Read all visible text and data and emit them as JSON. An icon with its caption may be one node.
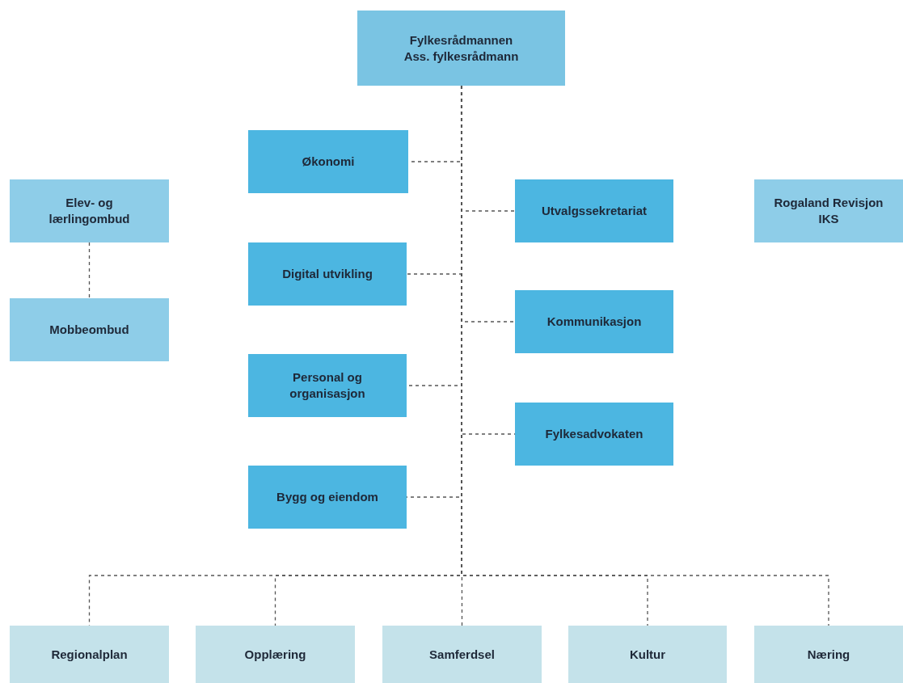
{
  "diagram": {
    "nodes": [
      {
        "text": [
          "Fylkesrådmannen",
          "Ass. fylkesrådmann"
        ]
      },
      {
        "text": [
          "Økonomi"
        ]
      },
      {
        "text": [
          "Utvalgssekretariat"
        ]
      },
      {
        "text": [
          "Rogaland Revisjon IKS"
        ]
      },
      {
        "text": [
          "Elev- og lærlingombud"
        ]
      },
      {
        "text": [
          "Digital utvikling"
        ]
      },
      {
        "text": [
          "Kommunikasjon"
        ]
      },
      {
        "text": [
          "Mobbeombud"
        ]
      },
      {
        "text": [
          "Personal og organisasjon"
        ]
      },
      {
        "text": [
          "Fylkesadvokaten"
        ]
      },
      {
        "text": [
          "Bygg og eiendom"
        ]
      },
      {
        "text": [
          "Regionalplan"
        ]
      },
      {
        "text": [
          "Opplæring"
        ]
      },
      {
        "text": [
          "Samferdsel"
        ]
      },
      {
        "text": [
          "Kultur"
        ]
      },
      {
        "text": [
          "Næring"
        ]
      }
    ],
    "edges": [
      {
        "from": 0,
        "to": 1,
        "arrow": "none",
        "style": "dashed"
      },
      {
        "from": 0,
        "to": 2,
        "arrow": "none",
        "style": "dashed"
      },
      {
        "from": 0,
        "to": 5,
        "arrow": "none",
        "style": "dashed"
      },
      {
        "from": 0,
        "to": 6,
        "arrow": "none",
        "style": "dashed"
      },
      {
        "from": 0,
        "to": 8,
        "arrow": "none",
        "style": "dashed"
      },
      {
        "from": 0,
        "to": 9,
        "arrow": "none",
        "style": "dashed"
      },
      {
        "from": 0,
        "to": 10,
        "arrow": "none",
        "style": "dashed"
      },
      {
        "from": 0,
        "to": 11,
        "arrow": "none",
        "style": "dashed"
      },
      {
        "from": 0,
        "to": 12,
        "arrow": "none",
        "style": "dashed"
      },
      {
        "from": 0,
        "to": 13,
        "arrow": "none",
        "style": "dashed"
      },
      {
        "from": 0,
        "to": 14,
        "arrow": "none",
        "style": "dashed"
      },
      {
        "from": 0,
        "to": 15,
        "arrow": "none",
        "style": "dashed"
      },
      {
        "from": 4,
        "to": 7,
        "arrow": "none",
        "style": "dashed"
      }
    ]
  }
}
